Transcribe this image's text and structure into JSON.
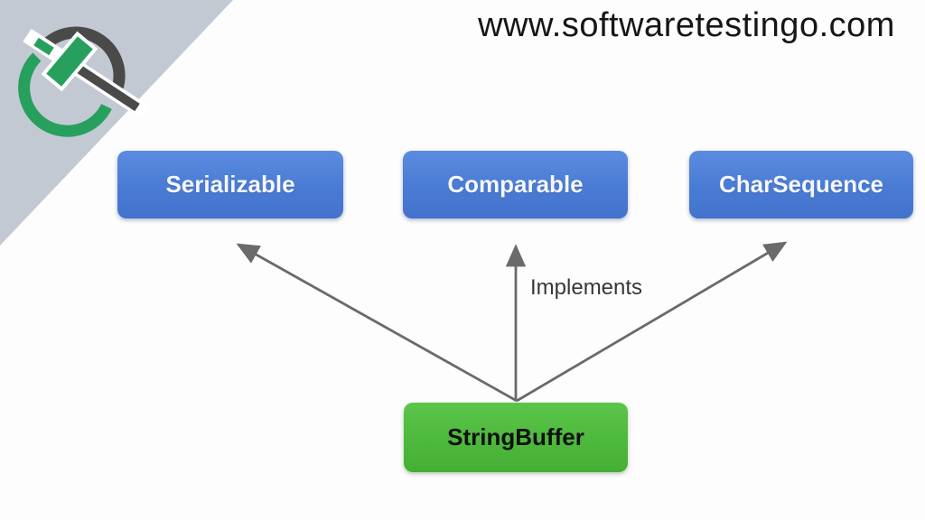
{
  "header": {
    "website_url": "www.softwaretestingo.com"
  },
  "logo": {
    "name": "softwaretestingo-logo",
    "corner_bg": "#c3c9d3",
    "dark": "#4a4a4a",
    "green": "#27a05e"
  },
  "diagram": {
    "edge_label": "Implements",
    "interfaces": [
      {
        "label": "Serializable"
      },
      {
        "label": "Comparable"
      },
      {
        "label": "CharSequence"
      }
    ],
    "implementing_class": {
      "label": "StringBuffer"
    },
    "colors": {
      "interface_box": "#4a7bd4",
      "class_box": "#4db93c",
      "arrow": "#6a6a6a",
      "interface_text": "#f4f7fc",
      "class_text": "#101010"
    }
  }
}
